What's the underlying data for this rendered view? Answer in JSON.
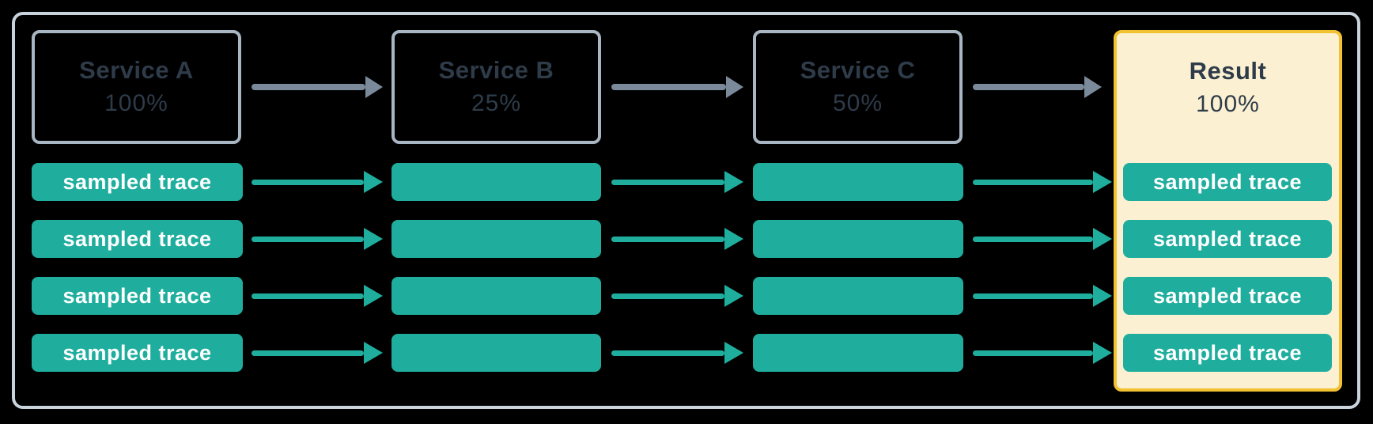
{
  "diagram": {
    "colors": {
      "background": "#000000",
      "outer_border": "#c9d3dc",
      "service_border": "#a8b5c2",
      "text_dark": "#2e3b49",
      "arrow_gray": "#7b8a9a",
      "teal": "#1fae9e",
      "trace_text": "#ffffff",
      "result_bg": "#fbf0d1",
      "result_border": "#f2c232"
    },
    "columns": [
      {
        "id": "service-a",
        "title": "Service A",
        "rate": "100%",
        "traces": [
          "sampled trace",
          "sampled trace",
          "sampled trace",
          "sampled trace"
        ]
      },
      {
        "id": "service-b",
        "title": "Service B",
        "rate": "25%",
        "traces": [
          "",
          "",
          "",
          ""
        ]
      },
      {
        "id": "service-c",
        "title": "Service C",
        "rate": "50%",
        "traces": [
          "",
          "",
          "",
          ""
        ]
      },
      {
        "id": "result",
        "title": "Result",
        "rate": "100%",
        "traces": [
          "sampled trace",
          "sampled trace",
          "sampled trace",
          "sampled trace"
        ]
      }
    ]
  }
}
